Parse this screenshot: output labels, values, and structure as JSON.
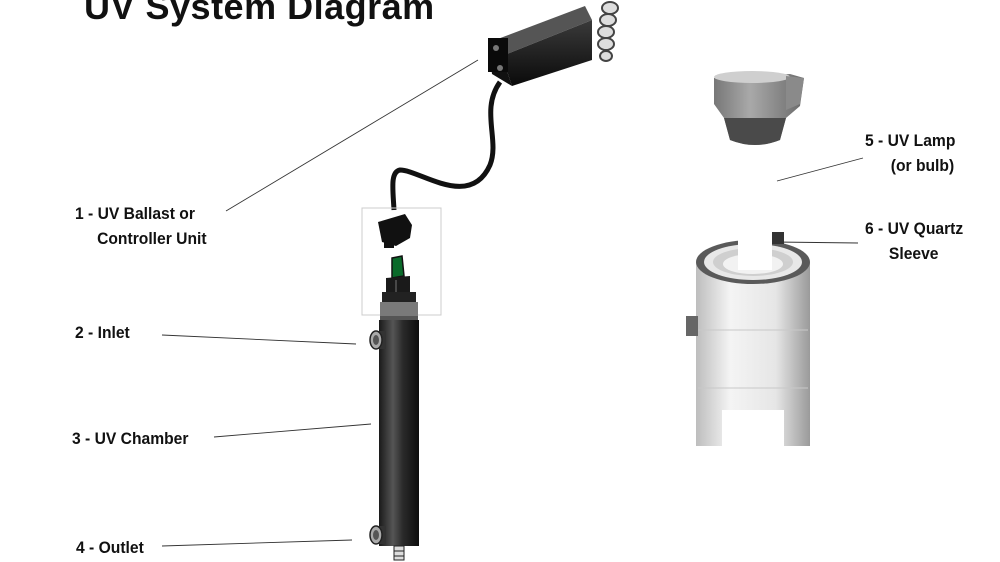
{
  "diagram": {
    "title": "UV System Diagram",
    "labels": [
      {
        "id": "ballast",
        "line1": "1 - UV Ballast or",
        "line2": "Controller Unit"
      },
      {
        "id": "inlet",
        "line1": "2 - Inlet"
      },
      {
        "id": "chamber",
        "line1": "3 - UV Chamber"
      },
      {
        "id": "outlet",
        "line1": "4 - Outlet"
      },
      {
        "id": "lamp",
        "line1": "5 - UV Lamp",
        "line2": "(or bulb)"
      },
      {
        "id": "sleeve",
        "line1": "6 - UV Quartz",
        "line2": "Sleeve"
      }
    ]
  }
}
